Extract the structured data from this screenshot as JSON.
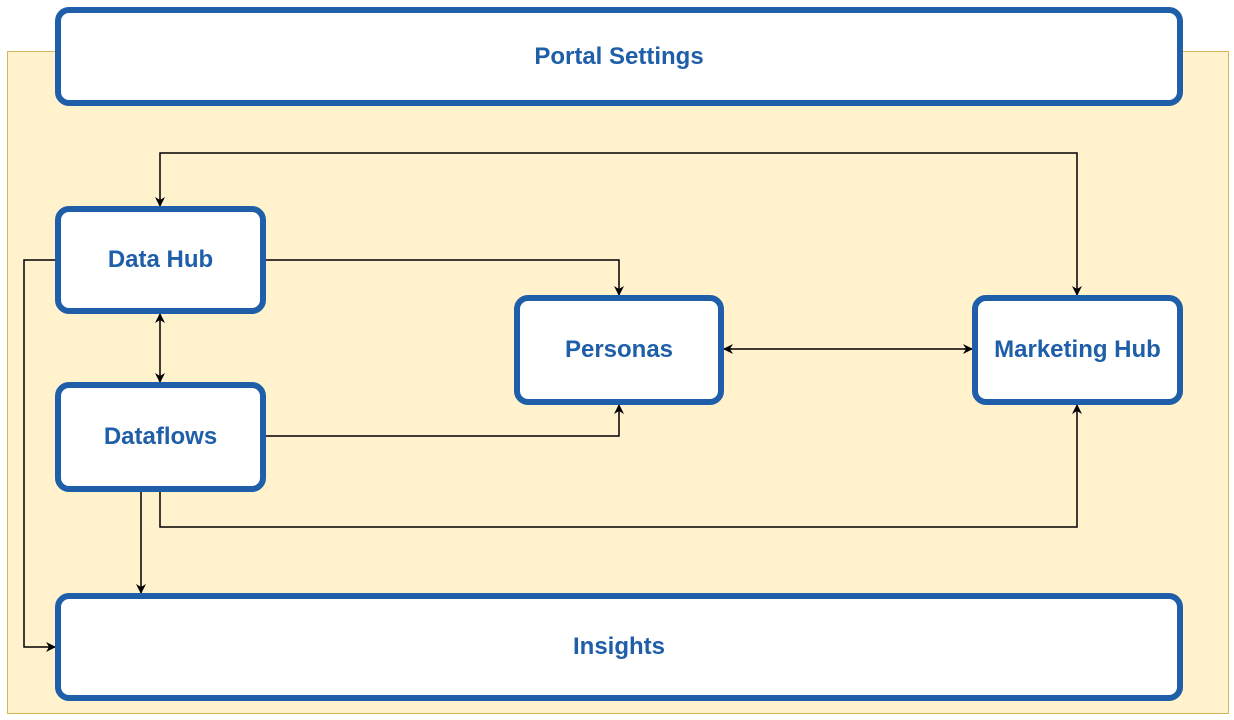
{
  "diagram": {
    "container": {
      "fill": "#fff2cc",
      "stroke": "#d6b656"
    },
    "node_color": "#1f5ea8",
    "nodes": {
      "portal_settings": "Portal Settings",
      "data_hub": "Data Hub",
      "dataflows": "Dataflows",
      "personas": "Personas",
      "marketing_hub": "Marketing Hub",
      "insights": "Insights"
    },
    "edges": [
      {
        "from": "Marketing Hub",
        "to": "Data Hub",
        "bidirectional": true
      },
      {
        "from": "Data Hub",
        "to": "Personas",
        "bidirectional": false
      },
      {
        "from": "Data Hub",
        "to": "Dataflows",
        "bidirectional": true
      },
      {
        "from": "Personas",
        "to": "Marketing Hub",
        "bidirectional": true
      },
      {
        "from": "Dataflows",
        "to": "Personas",
        "bidirectional": false
      },
      {
        "from": "Dataflows",
        "to": "Marketing Hub",
        "bidirectional": false
      },
      {
        "from": "Dataflows",
        "to": "Insights",
        "bidirectional": false
      },
      {
        "from": "Data Hub",
        "to": "Insights",
        "bidirectional": false
      }
    ]
  }
}
